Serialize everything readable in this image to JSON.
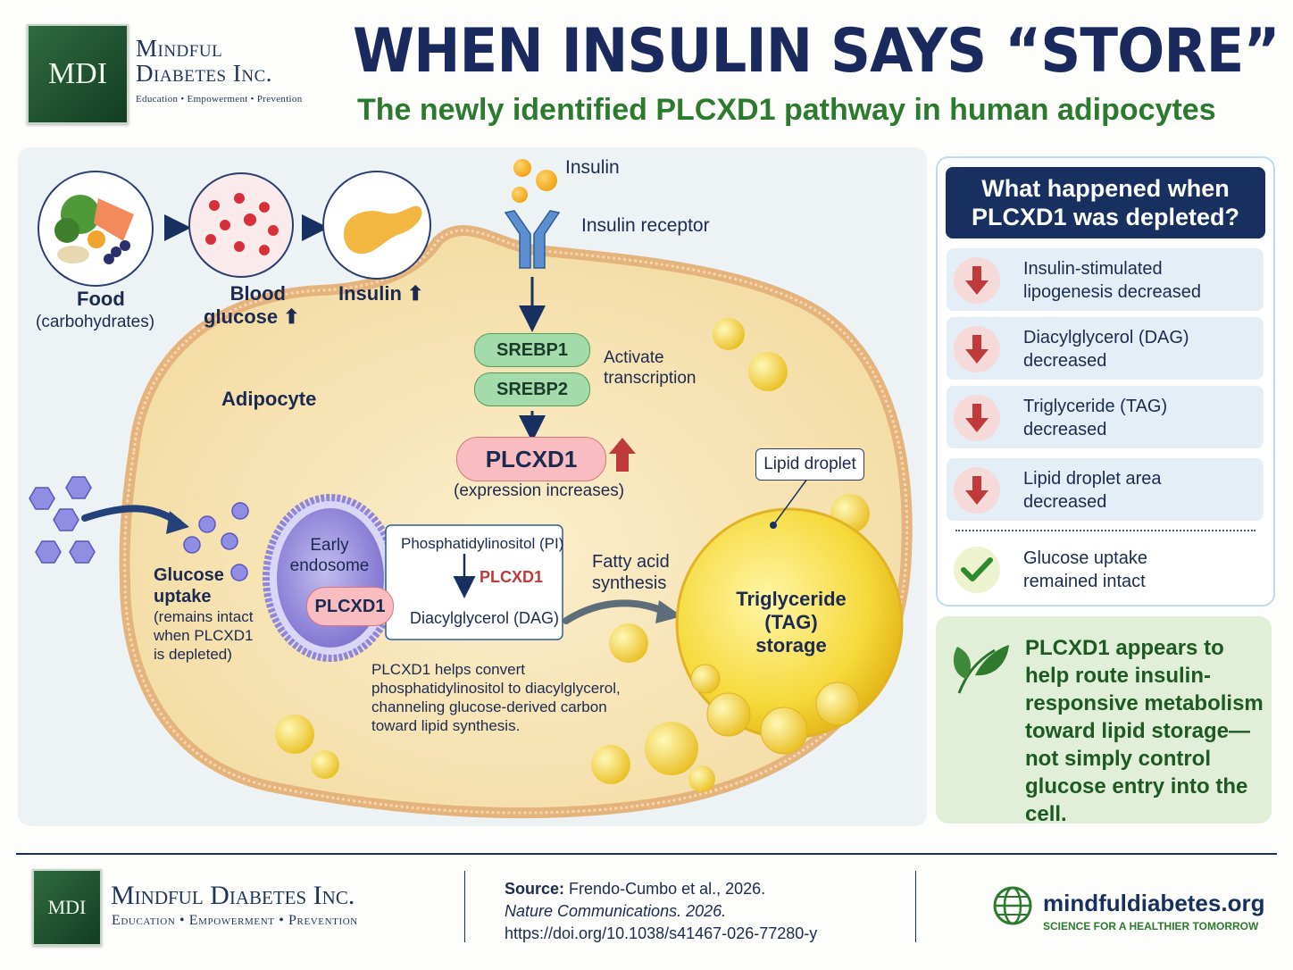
{
  "header": {
    "logo_initials": "MDI",
    "brand_line1": "Mindful",
    "brand_line2": "Diabetes Inc.",
    "tagline": "Education • Empowerment • Prevention",
    "title": "WHEN INSULIN SAYS “STORE”",
    "subtitle": "The newly identified PLCXD1 pathway in human adipocytes"
  },
  "diagram": {
    "food_label": "Food",
    "food_sub": "(carbohydrates)",
    "blood_label_1": "Blood",
    "blood_label_2": "glucose ⬆",
    "insulin_level_label": "Insulin ⬆",
    "insulin_label": "Insulin",
    "receptor_label": "Insulin receptor",
    "srebp1": "SREBP1",
    "srebp2": "SREBP2",
    "activate_1": "Activate",
    "activate_2": "transcription",
    "plcxd1_main": "PLCXD1",
    "expression": "(expression increases)",
    "adipocyte": "Adipocyte",
    "lipid_droplet": "Lipid droplet",
    "glucose_1": "Glucose",
    "glucose_2": "uptake",
    "glucose_note_1": "(remains intact",
    "glucose_note_2": "when PLCXD1",
    "glucose_note_3": "is depleted)",
    "endosome_1": "Early",
    "endosome_2": "endosome",
    "endosome_plcxd1": "PLCXD1",
    "pi": "Phosphatidylinositol (PI)",
    "enzyme": "PLCXD1",
    "dag": "Diacylglycerol (DAG)",
    "fatty_1": "Fatty acid",
    "fatty_2": "synthesis",
    "tag_1": "Triglyceride",
    "tag_2": "(TAG)",
    "tag_3": "storage",
    "explain_1": "PLCXD1 helps convert",
    "explain_2": "phosphatidylinositol to diacylglycerol,",
    "explain_3": "channeling glucose-derived carbon",
    "explain_4": "toward lipid synthesis."
  },
  "depletion": {
    "heading_1": "What happened when",
    "heading_2": "PLCXD1 was depleted?",
    "items": [
      {
        "line1": "Insulin-stimulated",
        "line2": "lipogenesis decreased",
        "icon": "down-arrow-icon"
      },
      {
        "line1": "Diacylglycerol (DAG)",
        "line2": "decreased",
        "icon": "down-arrow-icon"
      },
      {
        "line1": "Triglyceride (TAG)",
        "line2": "decreased",
        "icon": "down-arrow-icon"
      },
      {
        "line1": "Lipid droplet area",
        "line2": "decreased",
        "icon": "down-arrow-icon"
      },
      {
        "line1": "Glucose uptake",
        "line2": "remained intact",
        "icon": "check-icon"
      }
    ]
  },
  "conclusion": "PLCXD1 appears to help route insulin-responsive metabolism toward lipid storage—not simply control glucose entry into the cell.",
  "footer": {
    "logo_initials": "MDI",
    "brand": "Mindful Diabetes Inc.",
    "tagline": "Education • Empowerment • Prevention",
    "source_label": "Source:",
    "source_authors": "Frendo-Cumbo et al., 2026.",
    "journal": "Nature Communications. 2026.",
    "doi": "https://doi.org/10.1038/s41467-026-77280-y",
    "site": "mindfuldiabetes.org",
    "site_tag": "SCIENCE FOR A HEALTHIER TOMORROW"
  },
  "colors": {
    "navy": "#17305f",
    "green": "#2c7a2e",
    "cell_fill": "#f8e6b8",
    "membrane": "#e9b983",
    "plcxd1_pink": "#f6b9be",
    "srebp_green": "#9fd8a8",
    "down_red": "#c0393b"
  }
}
